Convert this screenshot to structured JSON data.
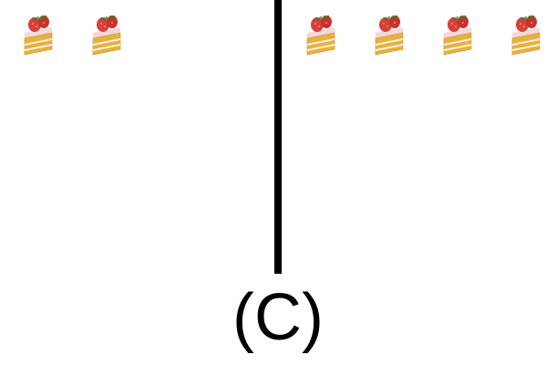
{
  "left_group": {
    "item_icon": "strawberry-cake-slice-icon",
    "count": 2
  },
  "right_group": {
    "item_icon": "strawberry-cake-slice-icon",
    "count": 4
  },
  "caption": "(C)",
  "colors": {
    "divider": "#000000",
    "cake_sponge": "#E8B13A",
    "cake_cream": "#F7F2E6",
    "strawberry": "#D8403A",
    "leaf": "#3F8F3A"
  }
}
